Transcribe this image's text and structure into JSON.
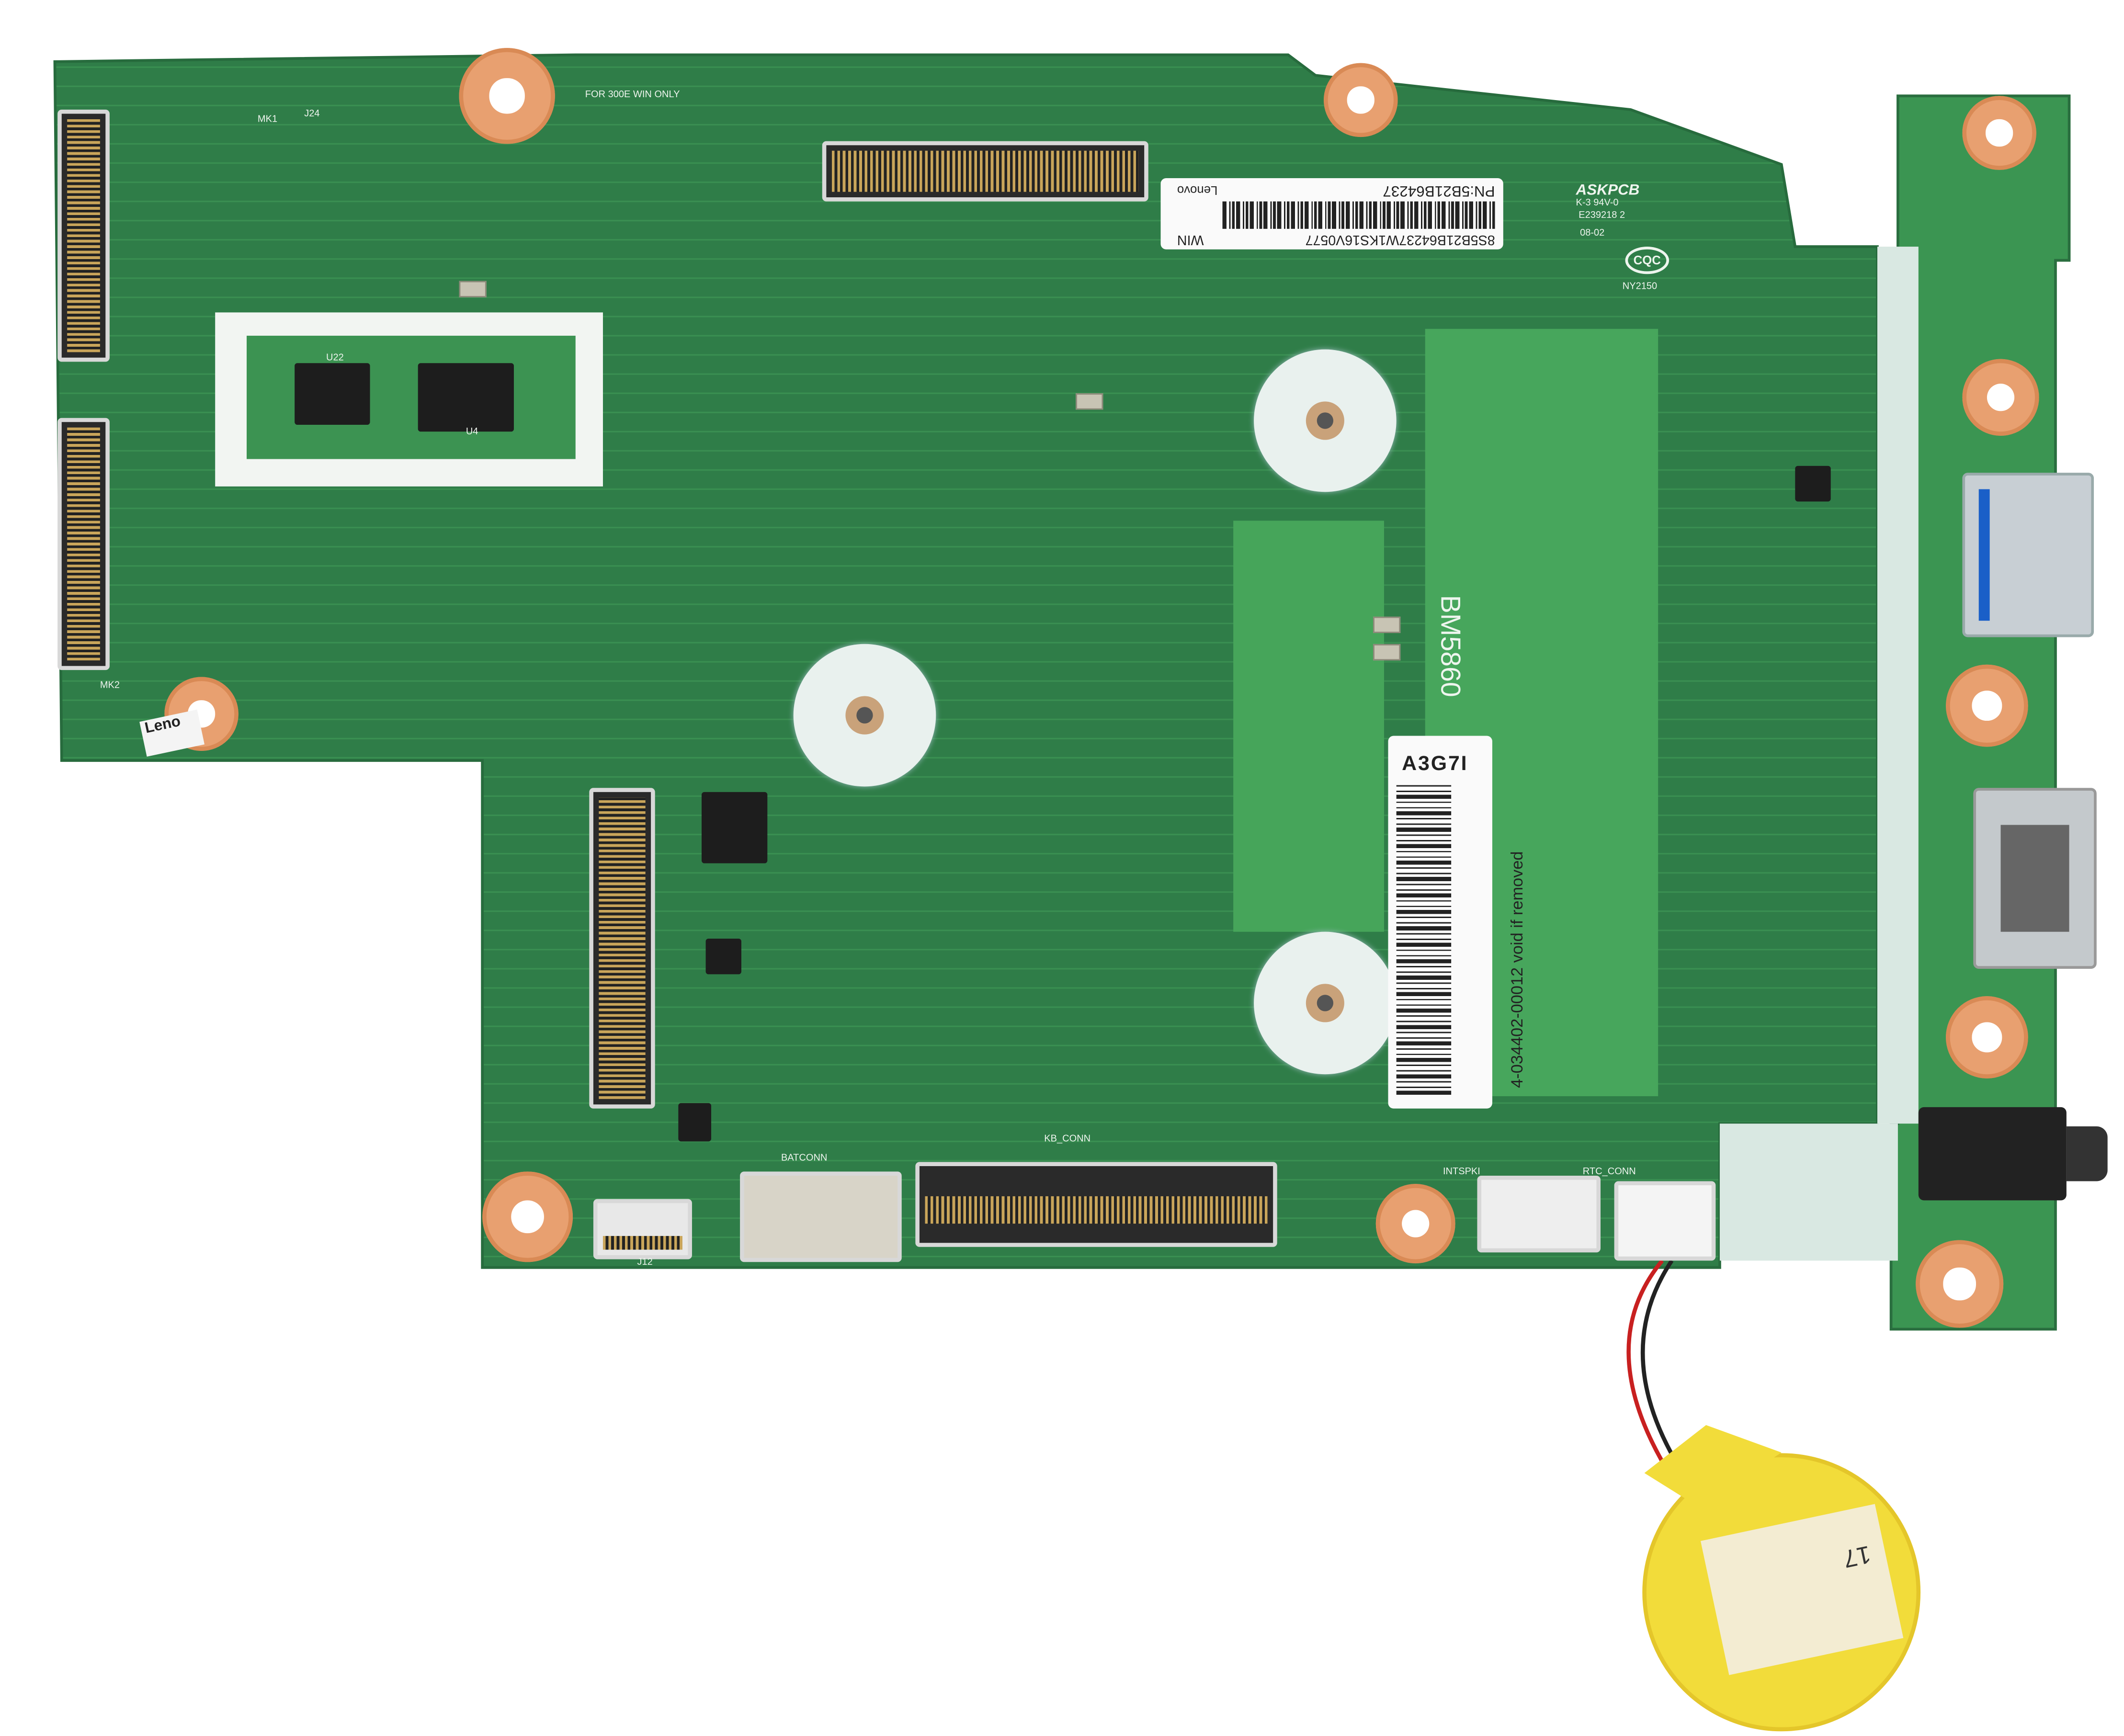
{
  "product_label": {
    "serial": "8S5B21B64237W1KS16V0577",
    "os_tag": "WIN",
    "part_number": "PN:5B21B64237",
    "brand": "Lenovo"
  },
  "warranty_sticker": {
    "code": "A3G7I",
    "serial_text": "4-034402-00012 void if removed"
  },
  "silkscreen": {
    "manufacturer": "ASKPCB",
    "rating": "K-3 94V-0",
    "ul_code": "E239218 2",
    "date": "08-02",
    "cqc": "CQC",
    "cqc_code": "NY2150",
    "board_id": "BM5860",
    "note": "FOR 300E WIN ONLY",
    "kb_conn": "KB_CONN",
    "batconn": "BATCONN",
    "intspk": "INTSPKI",
    "rtc_conn": "RTC_CONN",
    "j12": "J12",
    "u22": "U22",
    "u4": "U4",
    "mk1": "MK1",
    "mk2": "MK2",
    "j24": "J24",
    "logo_partial": "Leno"
  },
  "battery": {
    "label": "17"
  },
  "colors": {
    "pcb": "#2e7d4a",
    "pcb_light": "#3f9a57",
    "copper": "#e8a070",
    "battery": "#f2dc3a"
  }
}
